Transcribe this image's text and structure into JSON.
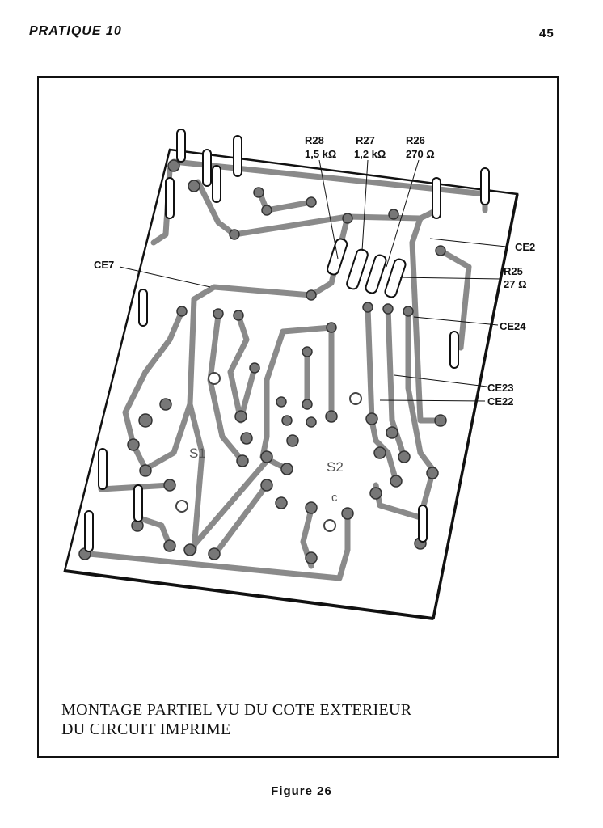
{
  "header": {
    "section": "PRATIQUE 10",
    "page_number": "45"
  },
  "figure": {
    "labels": {
      "r28_name": "R28",
      "r28_value": "1,5 kΩ",
      "r27_name": "R27",
      "r27_value": "1,2 kΩ",
      "r26_name": "R26",
      "r26_value": "270 Ω",
      "r25_name": "R25",
      "r25_value": "27 Ω",
      "ce2": "CE2",
      "ce7": "CE7",
      "ce24": "CE24",
      "ce23": "CE23",
      "ce22": "CE22",
      "s1": "S1",
      "s2": "S2",
      "c": "c"
    },
    "caption_line1": "MONTAGE PARTIEL VU DU COTE EXTERIEUR",
    "caption_line2": "DU CIRCUIT IMPRIME"
  },
  "footer": {
    "figure_number": "Figure 26"
  }
}
